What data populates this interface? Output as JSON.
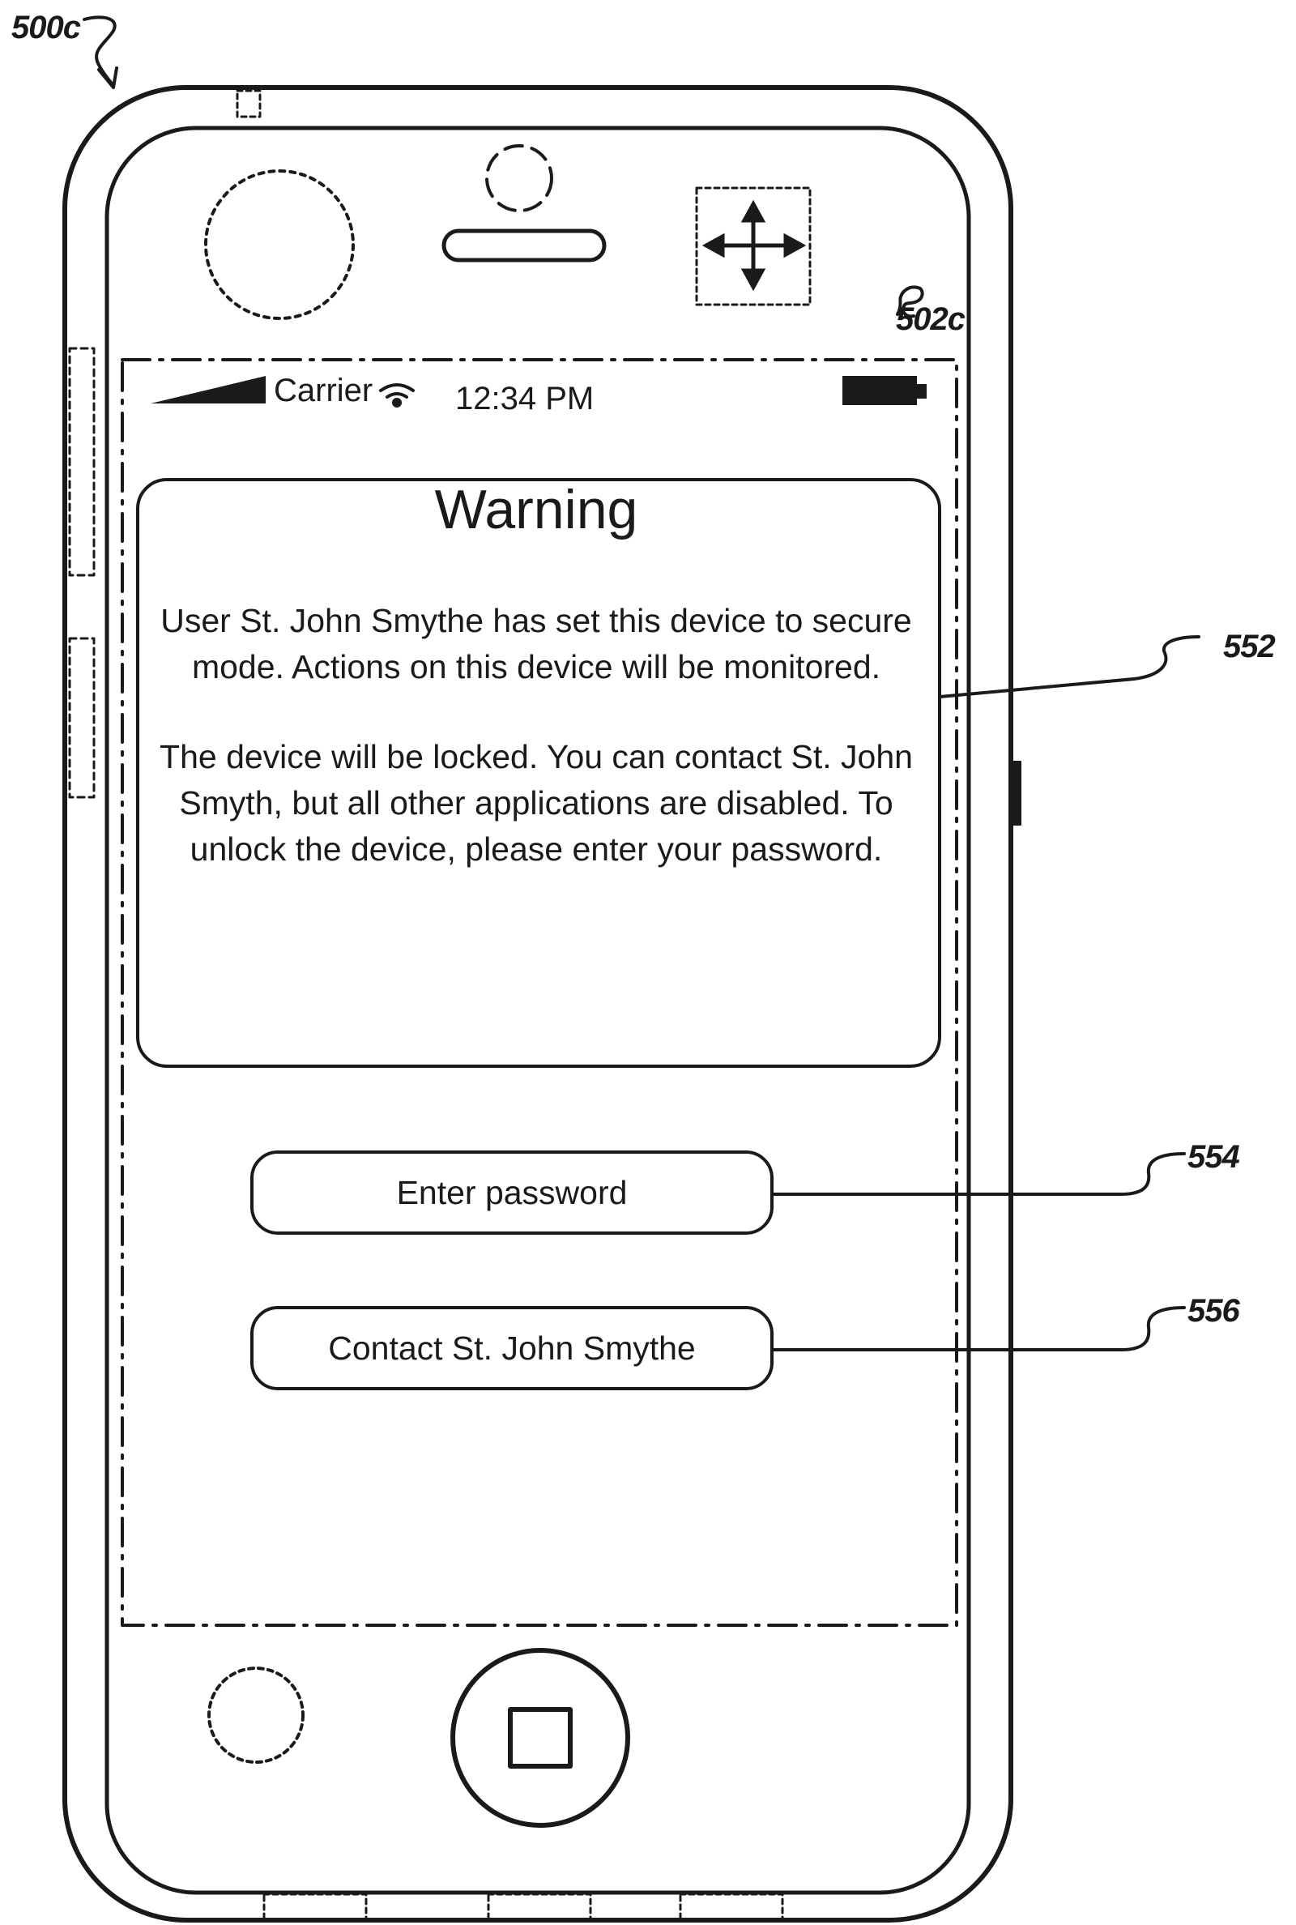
{
  "labels": {
    "device": "500c",
    "screen": "502c",
    "warning_dialog": "552",
    "enter_password_button": "554",
    "contact_button": "556"
  },
  "status_bar": {
    "carrier": "Carrier",
    "time": "12:34 PM"
  },
  "dialog": {
    "title": "Warning",
    "paragraph_1": "User St. John Smythe has set this device to secure mode.  Actions on this device will be monitored.",
    "paragraph_2": "The device will be locked.  You can contact St. John Smyth, but all other applications are disabled. To unlock the device, please enter your password."
  },
  "buttons": {
    "enter_password": "Enter password",
    "contact": "Contact St. John Smythe"
  },
  "icons": {
    "move": "four-way-arrow-icon",
    "signal": "signal-strength-icon",
    "wifi": "wifi-icon",
    "battery": "battery-icon",
    "home": "home-button-icon"
  }
}
